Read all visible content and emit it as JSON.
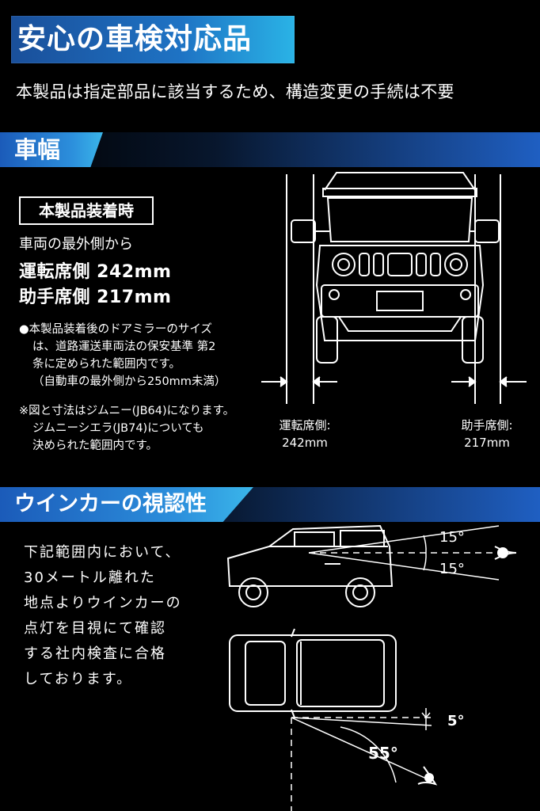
{
  "header": {
    "title": "安心の車検対応品",
    "lead": "本製品は指定部品に該当するため、構造変更の手続は不要"
  },
  "width_section": {
    "heading": "車幅",
    "install_label": "本製品装着時",
    "from_outer": "車両の最外側から",
    "driver_line": "運転席側 242mm",
    "passenger_line": "助手席側 217mm",
    "note1_lines": [
      "●本製品装着後のドアミラーのサイズ",
      "は、道路運送車両法の保安基準 第2",
      "条に定められた範囲内です。",
      "（自動車の最外側から250mm未満）"
    ],
    "note2_lines": [
      "※図と寸法はジムニー(JB64)になります。",
      "ジムニーシエラ(JB74)についても",
      "決められた範囲内です。"
    ],
    "driver_caption_label": "運転席側:",
    "driver_caption_value": "242mm",
    "passenger_caption_label": "助手席側:",
    "passenger_caption_value": "217mm"
  },
  "blinker_section": {
    "heading": "ウインカーの視認性",
    "desc_lines": [
      "下記範囲内において、",
      "30メートル離れた",
      "地点よりウインカーの",
      "点灯を目視にて確認",
      "する社内検査に合格",
      "しております。"
    ],
    "angle_up": "15°",
    "angle_down": "15°",
    "angle_small": "5°",
    "angle_wide": "55°"
  },
  "colors": {
    "accent_dark": "#1b5bb9",
    "accent_light": "#3ab6ea",
    "background": "#000000",
    "text": "#ffffff"
  },
  "icons": [
    "eye-icon-side",
    "eye-icon-top",
    "car-front-illustration",
    "car-side-illustration",
    "car-top-illustration"
  ]
}
